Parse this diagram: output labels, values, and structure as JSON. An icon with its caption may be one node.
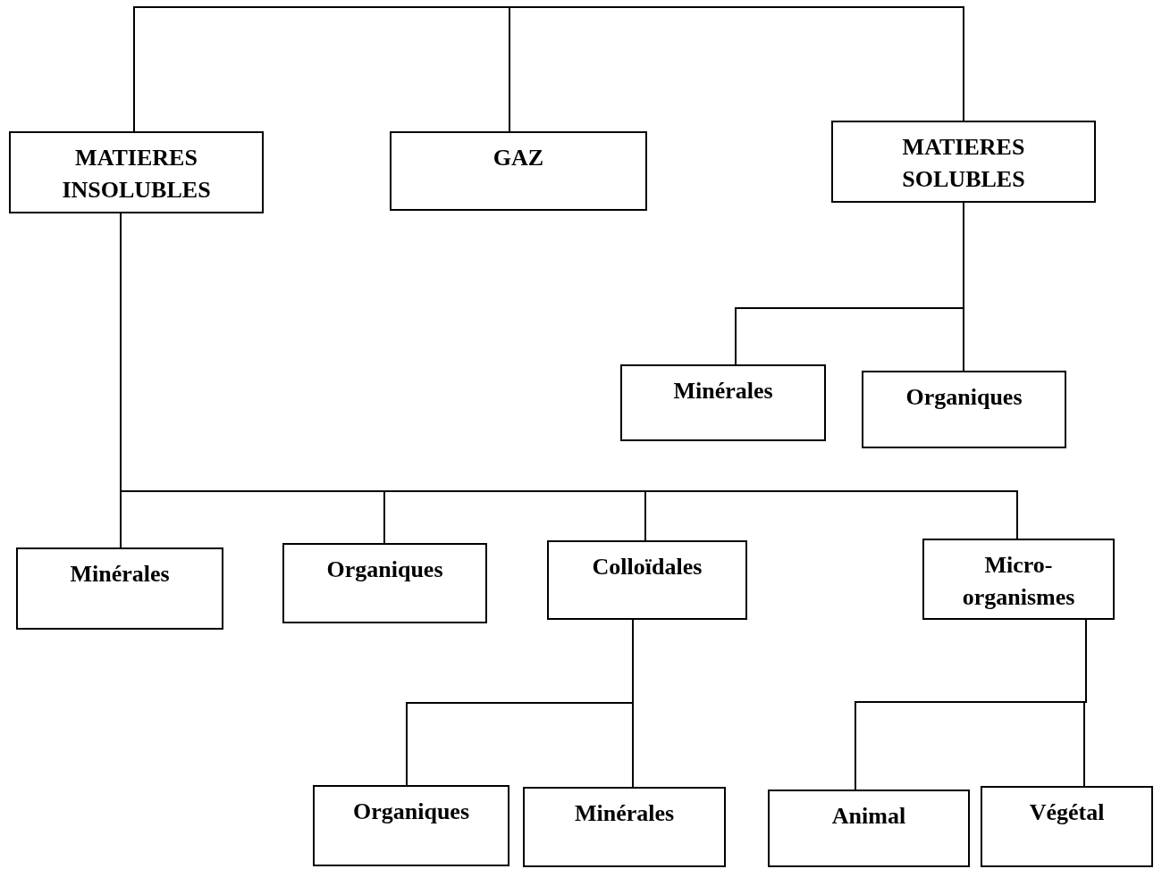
{
  "diagram": {
    "nodes": [
      {
        "text": [
          "MATIERES INSOLUBLES"
        ]
      },
      {
        "text": [
          "GAZ"
        ]
      },
      {
        "text": [
          "MATIERES SOLUBLES"
        ]
      },
      {
        "text": [
          "Minérales"
        ]
      },
      {
        "text": [
          "Organiques"
        ]
      },
      {
        "text": [
          "Minérales"
        ]
      },
      {
        "text": [
          "Organiques"
        ]
      },
      {
        "text": [
          "Colloïdales"
        ]
      },
      {
        "text": [
          "Micro- organismes"
        ]
      },
      {
        "text": [
          "Organiques"
        ]
      },
      {
        "text": [
          "Minérales"
        ]
      },
      {
        "text": [
          "Animal"
        ]
      },
      {
        "text": [
          "Végétal"
        ]
      }
    ],
    "edges": [
      {
        "from": 0,
        "to": 1,
        "arrow": "none"
      },
      {
        "from": 1,
        "to": 2,
        "arrow": "none"
      },
      {
        "from": 2,
        "to": 3,
        "arrow": "none"
      },
      {
        "from": 2,
        "to": 4,
        "arrow": "none"
      },
      {
        "from": 0,
        "to": 5,
        "arrow": "none"
      },
      {
        "from": 0,
        "to": 6,
        "arrow": "none"
      },
      {
        "from": 0,
        "to": 7,
        "arrow": "none"
      },
      {
        "from": 0,
        "to": 8,
        "arrow": "none"
      },
      {
        "from": 7,
        "to": 9,
        "arrow": "none"
      },
      {
        "from": 7,
        "to": 10,
        "arrow": "none"
      },
      {
        "from": 8,
        "to": 11,
        "arrow": "none"
      },
      {
        "from": 8,
        "to": 12,
        "arrow": "none"
      }
    ]
  }
}
